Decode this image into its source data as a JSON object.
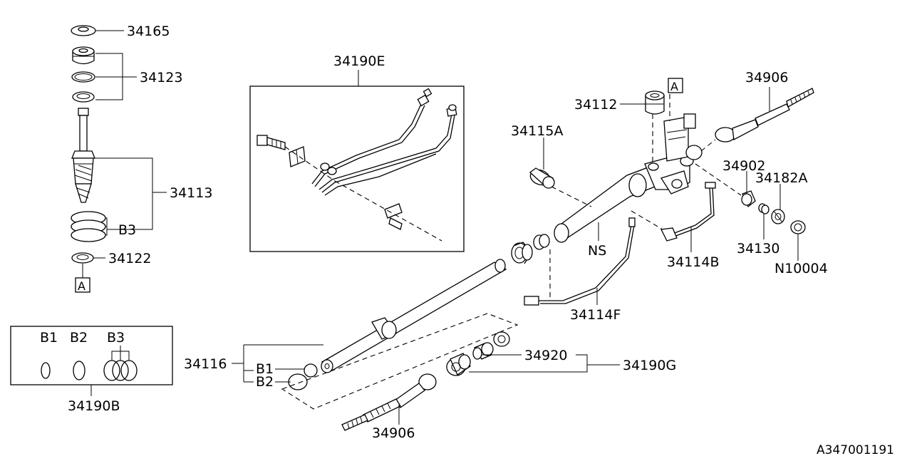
{
  "diagram": {
    "code": "A347001191",
    "labels": {
      "l_34165": "34165",
      "l_34123": "34123",
      "l_34113": "34113",
      "l_b3_top": "B3",
      "l_34122": "34122",
      "l_ref_a_left": "A",
      "l_34190e": "34190E",
      "l_34112": "34112",
      "l_ref_a_right": "A",
      "l_34906_top": "34906",
      "l_34115a": "34115A",
      "l_34902": "34902",
      "l_34182a": "34182A",
      "l_ns": "NS",
      "l_34130": "34130",
      "l_34114b": "34114B",
      "l_n10004": "N10004",
      "l_34114f": "34114F",
      "l_34116": "34116",
      "l_b1": "B1",
      "l_b2": "B2",
      "l_34920": "34920",
      "l_34190g": "34190G",
      "l_34906_bottom": "34906",
      "l_34190b": "34190B",
      "kit_b1": "B1",
      "kit_b2": "B2",
      "kit_b3": "B3"
    }
  }
}
